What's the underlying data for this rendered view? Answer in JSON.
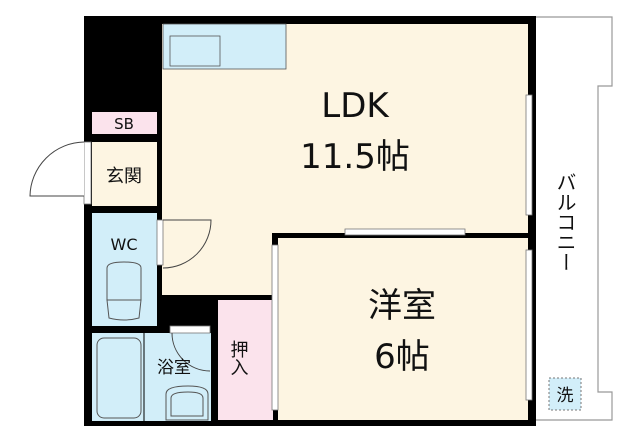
{
  "rooms": {
    "ldk": {
      "name": "LDK",
      "size": "11.5帖"
    },
    "western": {
      "name": "洋室",
      "size": "6帖"
    },
    "sb": "SB",
    "entrance": "玄関",
    "wc": "WC",
    "bath": "浴室",
    "closet": "押入",
    "balcony": "バルコニー",
    "laundry": "洗"
  },
  "colors": {
    "wall": "#000000",
    "floor": "#fdf5e2",
    "wet": "#d2eef9",
    "storage": "#fbe3ec"
  }
}
